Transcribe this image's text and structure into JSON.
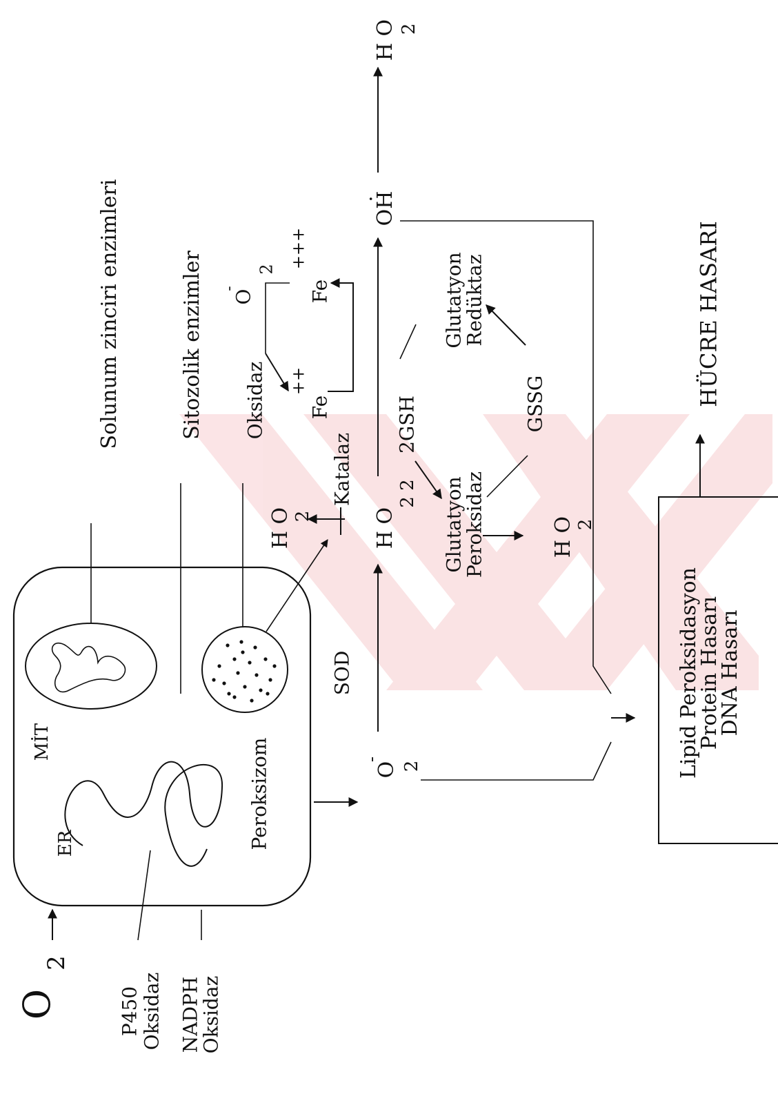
{
  "labels": {
    "o2_source": "O",
    "o2_source_sub": "2",
    "p450": "P450",
    "p450_oksidaz": "Oksidaz",
    "nadph": "NADPH",
    "nadph_oksidaz": "Oksidaz",
    "er": "ER",
    "mit": "MİT",
    "peroksizom": "Peroksizom",
    "solunum": "Solunum zinciri enzimleri",
    "sitozolik": "Sitozolik enzimler",
    "oksidaz": "Oksidaz",
    "sod": "SOD",
    "superoxide_main": "O",
    "superoxide_main_sup": "-",
    "superoxide_main_sub": "2",
    "superoxide_top": "O",
    "superoxide_top_sup": "-",
    "superoxide_top_sub": "2",
    "h2o2": "H O",
    "h2o2_sub": "2 2",
    "h2o_katalaz": "H O",
    "h2o_katalaz_sub": "2",
    "katalaz": "Katalaz",
    "fe2": "Fe",
    "fe2_sup": "++",
    "fe3": "Fe",
    "fe3_sup": "+++",
    "oh": "OH",
    "oh_dot": "·",
    "h2o_final": "H O",
    "h2o_final_sub": "2",
    "gsh": "2GSH",
    "gssg": "GSSG",
    "gpx_line1": "Glutatyon",
    "gpx_line2": "Peroksidaz",
    "gr_line1": "Glutatyon",
    "gr_line2": "Redüktaz",
    "h2o_gpx": "H O",
    "h2o_gpx_sub": "2",
    "damage_line1": "Lipid Peroksidasyon",
    "damage_line2": "Protein Hasarı",
    "damage_line3": "DNA Hasarı",
    "hucre": "HÜCRE HASARI"
  }
}
